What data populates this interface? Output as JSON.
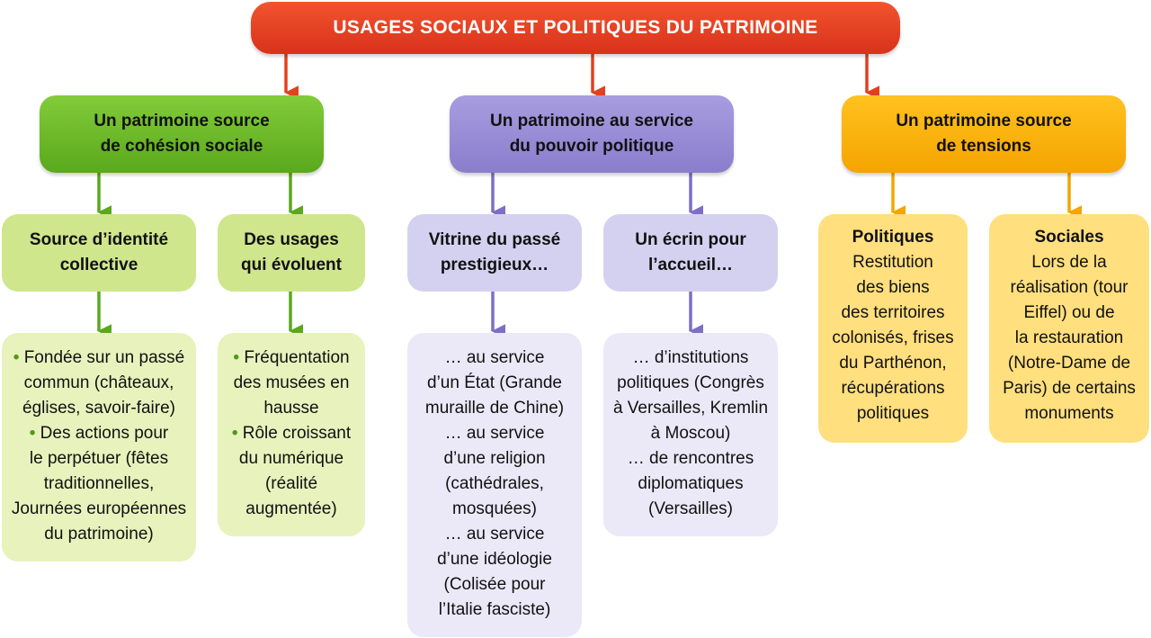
{
  "title": "USAGES SOCIAUX ET POLITIQUES DU PATRIMOINE",
  "colors": {
    "title": "#e2401f",
    "green": "#6cb82a",
    "violet": "#9a8fd8",
    "yellow": "#fab700",
    "arrow_red": "#e2401f",
    "arrow_green": "#5aa81c",
    "arrow_violet": "#7e6fc4",
    "arrow_yellow": "#f5a400",
    "bullet_green": "#4f9a18"
  },
  "cohesion": {
    "heading": [
      "Un patrimoine source",
      "de cohésion sociale"
    ],
    "identity": {
      "heading": [
        "Source d’identité",
        "collective"
      ],
      "details": [
        "Fondée sur un passé",
        "commun (châteaux,",
        "églises, savoir-faire)",
        "Des actions pour",
        "le perpétuer (fêtes",
        "traditionnelles,",
        "Journées européennes",
        "du patrimoine)"
      ]
    },
    "evolving": {
      "heading": [
        "Des usages",
        "qui évoluent"
      ],
      "details": [
        "Fréquentation",
        "des musées en",
        "hausse",
        "Rôle croissant",
        "du numérique",
        "(réalité",
        "augmentée)"
      ]
    }
  },
  "power": {
    "heading": [
      "Un patrimoine au service",
      "du pouvoir politique"
    ],
    "showcase": {
      "heading": [
        "Vitrine du passé",
        "prestigieux…"
      ],
      "details": [
        "… au service",
        "d’un État (Grande",
        "muraille de Chine)",
        "… au service",
        "d’une religion",
        "(cathédrales,",
        "mosquées)",
        "… au service",
        "d’une idéologie",
        "(Colisée pour",
        "l’Italie fasciste)"
      ]
    },
    "welcome": {
      "heading": [
        "Un écrin pour",
        "l’accueil…"
      ],
      "details": [
        "… d’institutions",
        "politiques (Congrès",
        "à Versailles, Kremlin",
        "à Moscou)",
        "… de rencontres",
        "diplomatiques",
        "(Versailles)"
      ]
    }
  },
  "tensions": {
    "heading": [
      "Un patrimoine source",
      "de tensions"
    ],
    "political": {
      "heading": "Politiques",
      "details": [
        "Restitution",
        "des biens",
        "des territoires",
        "colonisés, frises",
        "du Parthénon,",
        "récupérations",
        "politiques"
      ]
    },
    "social": {
      "heading": "Sociales",
      "details": [
        "Lors de la",
        "réalisation (tour",
        "Eiffel) ou de",
        "la restauration",
        "(Notre-Dame de",
        "Paris) de certains",
        "monuments"
      ]
    }
  }
}
